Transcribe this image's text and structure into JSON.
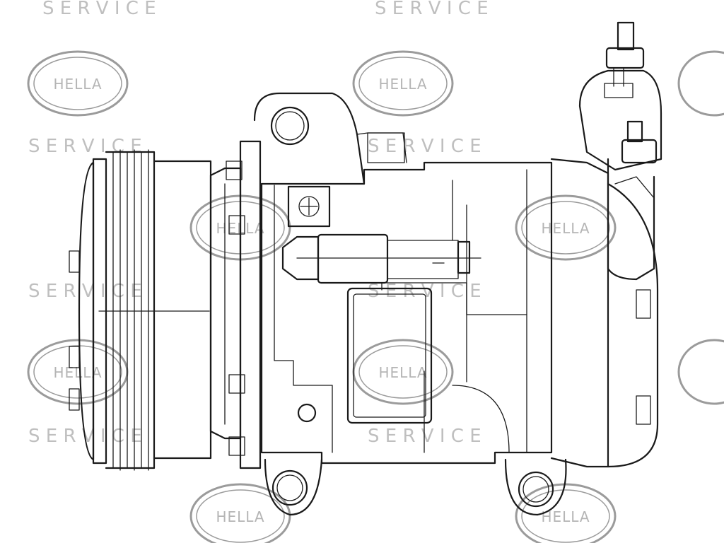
{
  "watermark": {
    "brand": "HELLA",
    "service_word": "S E R V I C E",
    "colors": {
      "logo": "#8a8a8a",
      "service_text": "#b4b4b4",
      "line_art": "#1a1a1a"
    }
  },
  "diagram": {
    "subject": "ac-compressor-line-drawing"
  }
}
